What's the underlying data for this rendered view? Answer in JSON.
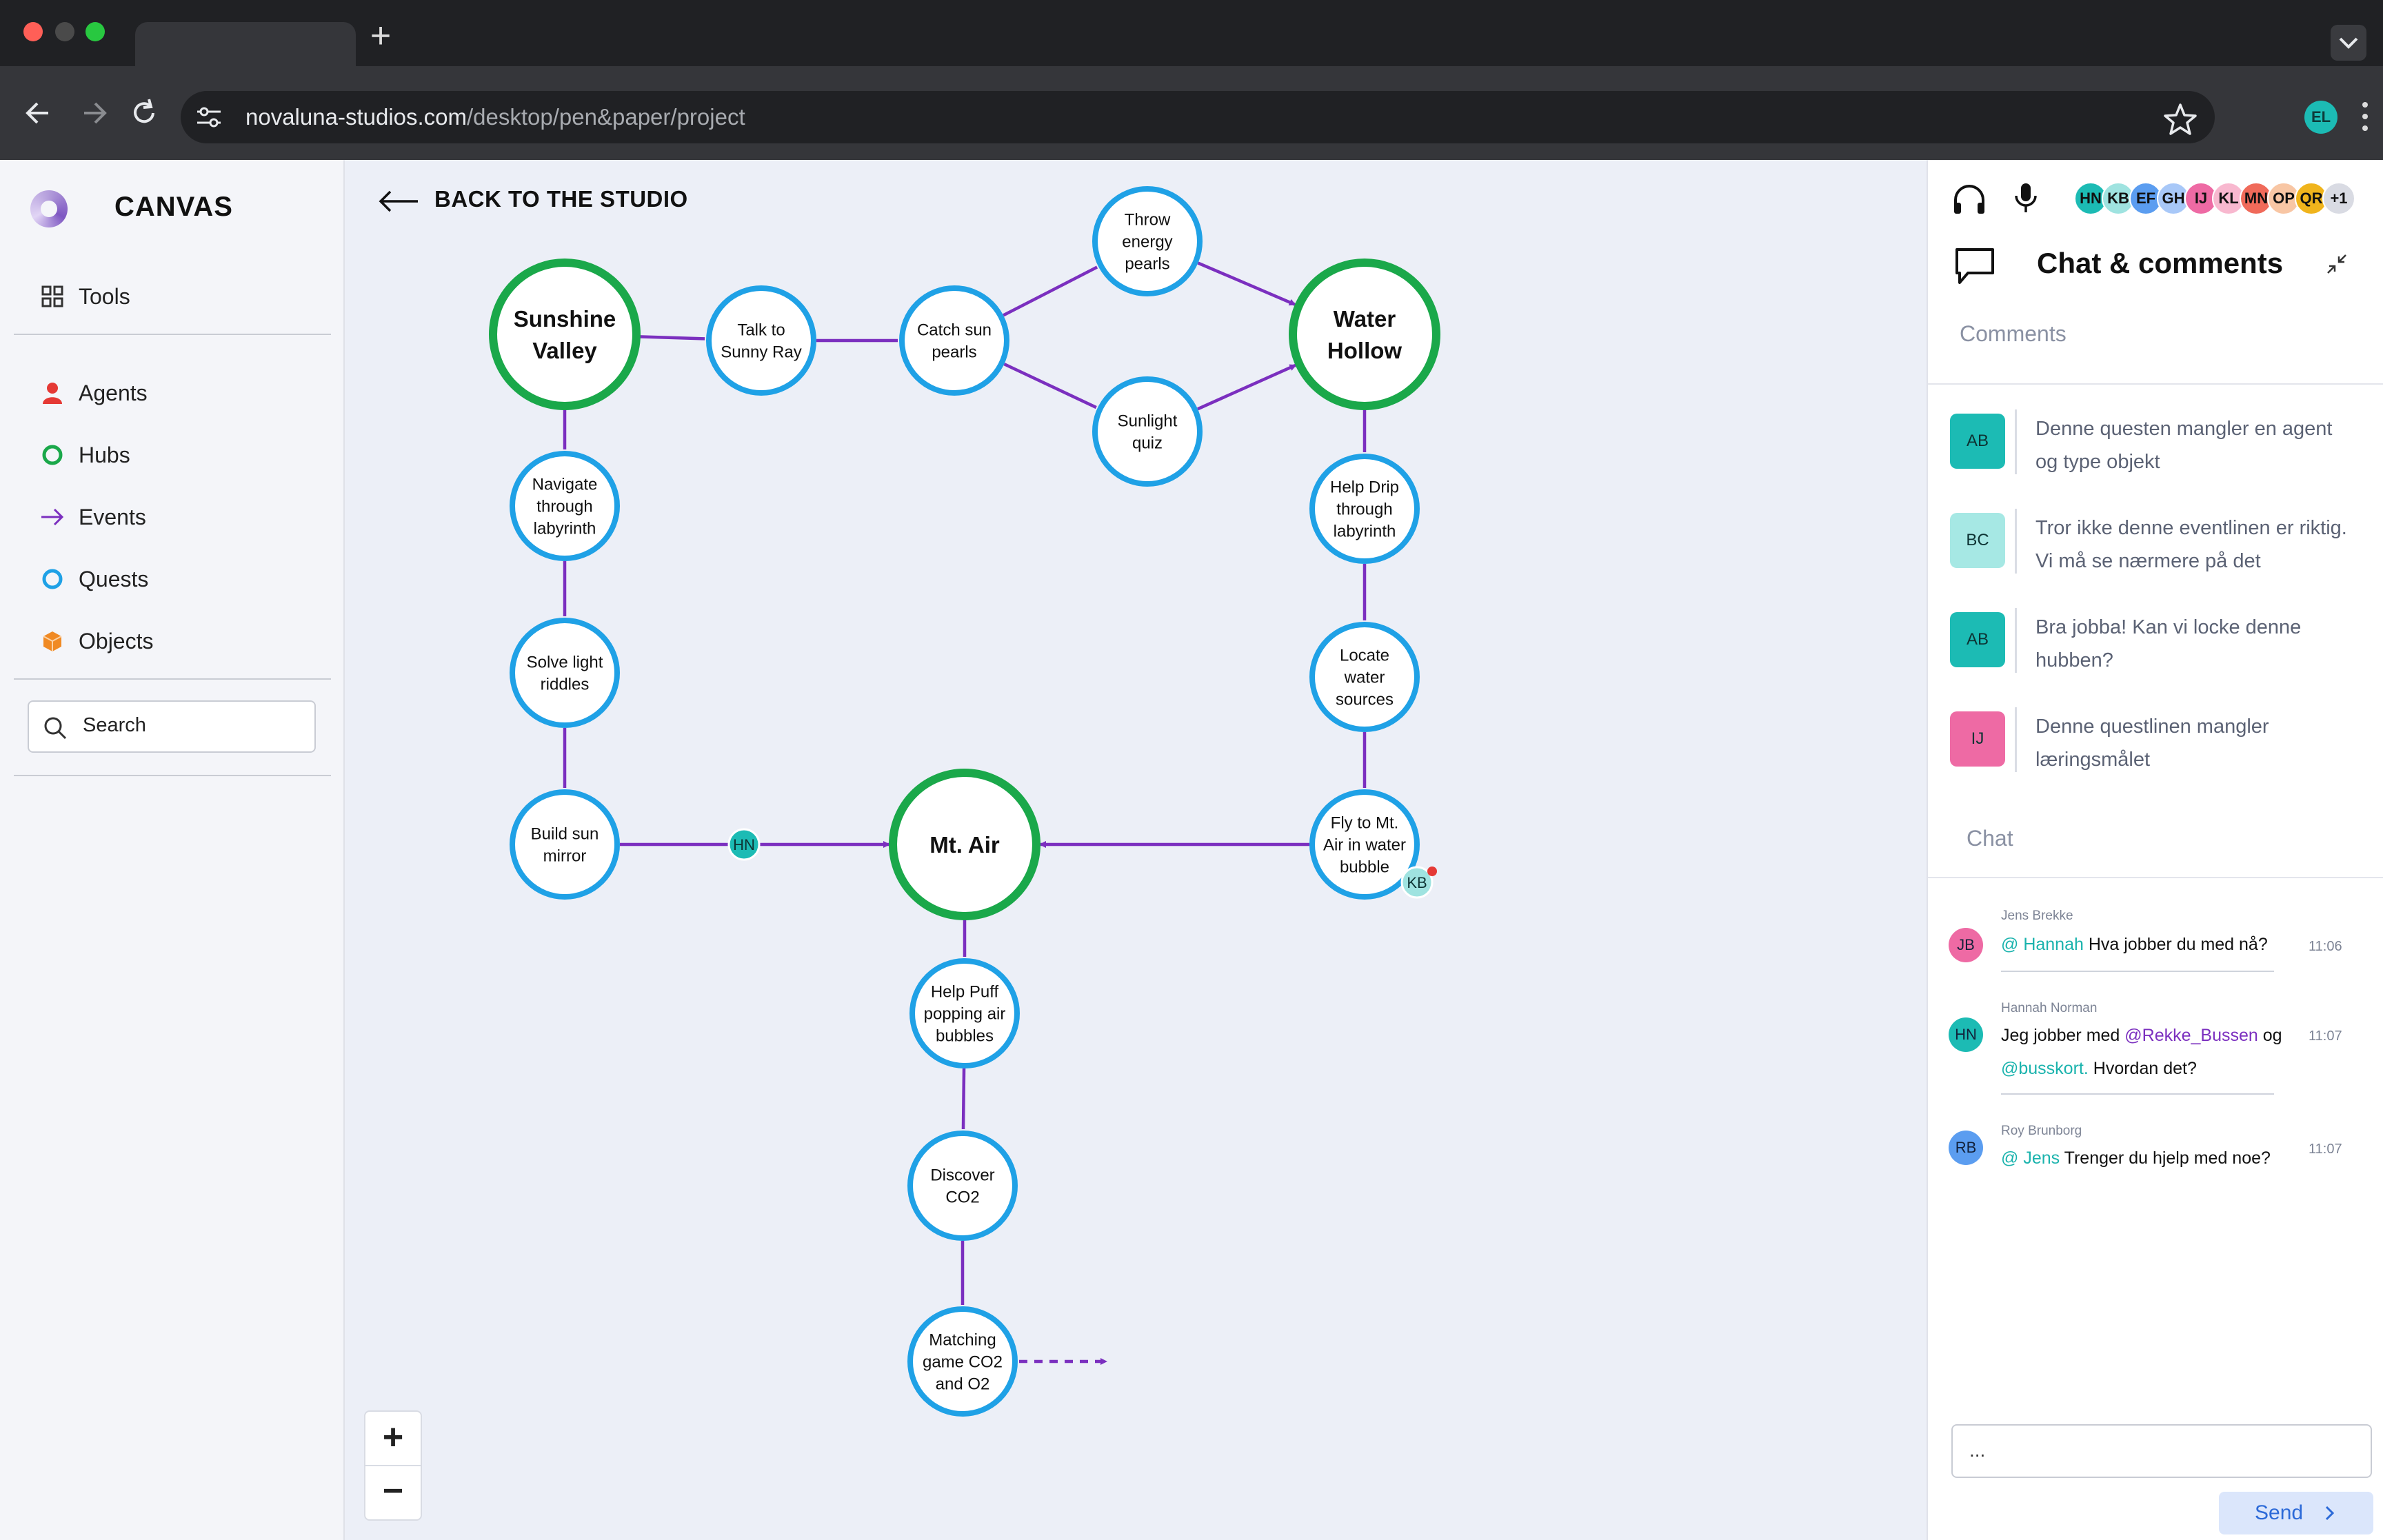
{
  "browser": {
    "url_host": "novaluna-studios.com",
    "url_path": "/desktop/pen&paper/project",
    "profile_initials": "EL"
  },
  "sidebar": {
    "brand": "CANVAS",
    "tools_label": "Tools",
    "items": [
      {
        "label": "Agents",
        "icon": "person-icon",
        "color": "#e53935"
      },
      {
        "label": "Hubs",
        "icon": "hub-ring-icon",
        "color": "#1aa84a"
      },
      {
        "label": "Events",
        "icon": "arrow-right-icon",
        "color": "#7b2fbf"
      },
      {
        "label": "Quests",
        "icon": "quest-ring-icon",
        "color": "#1fa1e6"
      },
      {
        "label": "Objects",
        "icon": "cube-icon",
        "color": "#f08a24"
      }
    ],
    "search_placeholder": "Search"
  },
  "canvas": {
    "back_label": "BACK TO THE STUDIO",
    "hubs": [
      {
        "id": "sunshine",
        "lines": [
          "Sunshine",
          "Valley"
        ]
      },
      {
        "id": "water",
        "lines": [
          "Water",
          "Hollow"
        ]
      },
      {
        "id": "mtair",
        "lines": [
          "Mt. Air"
        ]
      }
    ],
    "quests": [
      {
        "id": "talk",
        "lines": [
          "Talk to",
          "Sunny Ray"
        ]
      },
      {
        "id": "catch",
        "lines": [
          "Catch sun",
          "pearls"
        ]
      },
      {
        "id": "throw",
        "lines": [
          "Throw",
          "energy",
          "pearls"
        ]
      },
      {
        "id": "quiz",
        "lines": [
          "Sunlight",
          "quiz"
        ]
      },
      {
        "id": "navigate",
        "lines": [
          "Navigate",
          "through",
          "labyrinth"
        ]
      },
      {
        "id": "riddles",
        "lines": [
          "Solve light",
          "riddles"
        ]
      },
      {
        "id": "mirror",
        "lines": [
          "Build sun",
          "mirror"
        ]
      },
      {
        "id": "drip",
        "lines": [
          "Help Drip",
          "through",
          "labyrinth"
        ]
      },
      {
        "id": "locate",
        "lines": [
          "Locate",
          "water",
          "sources"
        ]
      },
      {
        "id": "fly",
        "lines": [
          "Fly to Mt.",
          "Air in water",
          "bubble"
        ]
      },
      {
        "id": "puff",
        "lines": [
          "Help Puff",
          "popping air",
          "bubbles"
        ]
      },
      {
        "id": "co2",
        "lines": [
          "Discover",
          "CO2"
        ]
      },
      {
        "id": "matching",
        "lines": [
          "Matching",
          "game CO2",
          "and O2"
        ]
      }
    ],
    "markers": [
      {
        "id": "hn",
        "initials": "HN",
        "color": "#1cbbb4"
      },
      {
        "id": "kb",
        "initials": "KB",
        "color": "#9fe3e0"
      }
    ],
    "colors": {
      "hub": "#1aa84a",
      "quest": "#1fa1e6",
      "event": "#7b2fbf"
    },
    "zoom_in": "+",
    "zoom_out": "−"
  },
  "panel": {
    "participants": [
      {
        "initials": "HN",
        "color": "#1cbbb4"
      },
      {
        "initials": "KB",
        "color": "#9fe3e0"
      },
      {
        "initials": "EF",
        "color": "#5b9df0"
      },
      {
        "initials": "GH",
        "color": "#a8c8f8"
      },
      {
        "initials": "IJ",
        "color": "#ee6aa4"
      },
      {
        "initials": "KL",
        "color": "#f8b8cf"
      },
      {
        "initials": "MN",
        "color": "#f06a5a"
      },
      {
        "initials": "OP",
        "color": "#f8c6a4"
      },
      {
        "initials": "QR",
        "color": "#f0b41c"
      },
      {
        "initials": "+1",
        "color": "#d9dbe3"
      }
    ],
    "title": "Chat & comments",
    "comments_header": "Comments",
    "comments": [
      {
        "initials": "AB",
        "color": "#1cbbb4",
        "text": "Denne questen mangler en agent og type objekt"
      },
      {
        "initials": "BC",
        "color": "#a6e8e4",
        "text": "Tror ikke denne eventlinen er riktig. Vi må se nærmere på det"
      },
      {
        "initials": "AB",
        "color": "#1cbbb4",
        "text": "Bra jobba! Kan vi locke denne hubben?"
      },
      {
        "initials": "IJ",
        "color": "#ee6aa4",
        "text": "Denne questlinen mangler læringsmålet"
      }
    ],
    "chat_header": "Chat",
    "messages": [
      {
        "initials": "JB",
        "color": "#ee6aa4",
        "author": "Jens Brekke",
        "time": "11:06",
        "m1": "@ Hannah",
        "t1": " Hva jobber du med nå?"
      },
      {
        "initials": "HN",
        "color": "#1cbbb4",
        "author": "Hannah Norman",
        "time": "11:07",
        "t0": "Jeg jobber med ",
        "m1": "@Rekke_Bussen",
        "t1": " og",
        "m2": "@busskort.",
        "t2": " Hvordan det?"
      },
      {
        "initials": "RB",
        "color": "#5b9df0",
        "author": "Roy Brunborg",
        "time": "11:07",
        "m1": "@ Jens",
        "t1": " Trenger du hjelp med noe?"
      }
    ],
    "input_value": "...",
    "send_label": "Send"
  }
}
